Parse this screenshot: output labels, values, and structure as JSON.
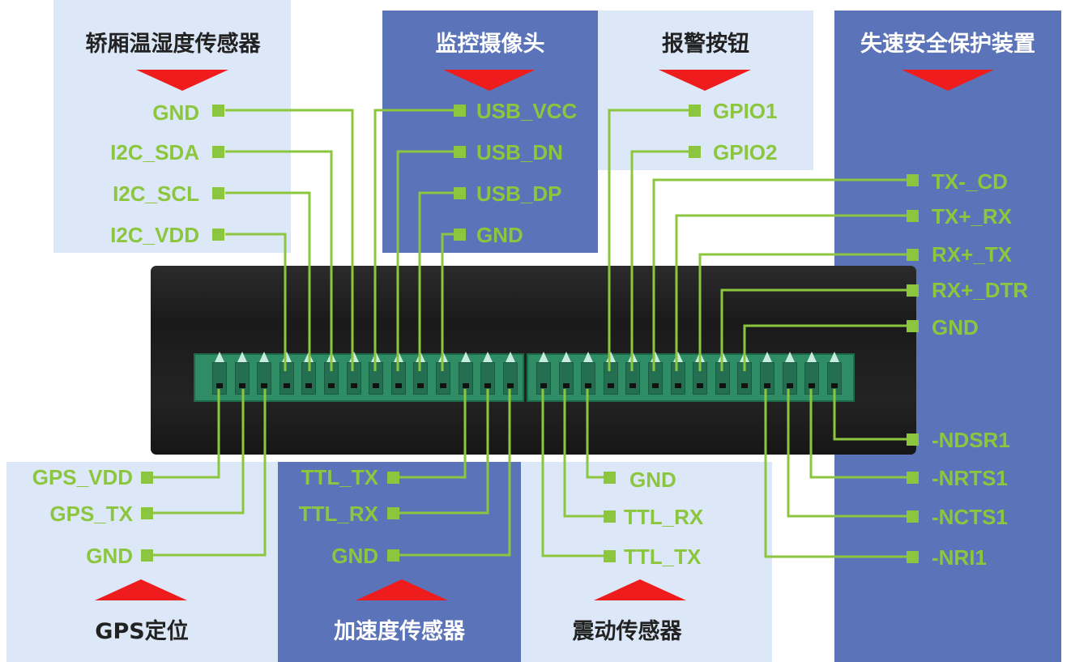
{
  "panels": {
    "cabin_sensor": "轿厢温湿度传感器",
    "camera": "监控摄像头",
    "alarm_button": "报警按钮",
    "overspeed_protection": "失速安全保护装置",
    "gps": "GPS定位",
    "accelerometer": "加速度传感器",
    "vibration_sensor": "震动传感器"
  },
  "pins": {
    "cabin_sensor": [
      "GND",
      "I2C_SDA",
      "I2C_SCL",
      "I2C_VDD"
    ],
    "camera": [
      "USB_VCC",
      "USB_DN",
      "USB_DP",
      "GND"
    ],
    "alarm_button": [
      "GPIO1",
      "GPIO2"
    ],
    "overspeed_upper": [
      "TX-_CD",
      "TX+_RX",
      "RX+_TX",
      "RX+_DTR",
      "GND"
    ],
    "overspeed_lower": [
      "-NDSR1",
      "-NRTS1",
      "-NCTS1",
      "-NRI1"
    ],
    "gps": [
      "GPS_VDD",
      "GPS_TX",
      "GND"
    ],
    "accelerometer": [
      "TTL_TX",
      "TTL_RX",
      "GND"
    ],
    "vibration_sensor": [
      "GND",
      "TTL_RX",
      "TTL_TX"
    ]
  },
  "colors": {
    "wire": "#8cc63f",
    "arrow": "#ee1c1c",
    "panel_dark": "#5b73b8",
    "panel_light": "#dce8f7"
  }
}
